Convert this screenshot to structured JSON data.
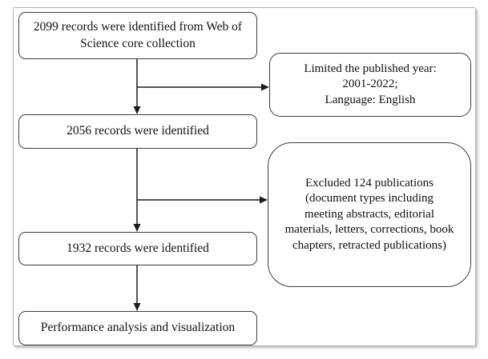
{
  "figure": {
    "type": "flowchart",
    "background_color": "#ffffff",
    "frame_border_color": "#b5b5b5",
    "box_border_color": "#3d3d3d",
    "arrow_color": "#1c1c1c",
    "text_color": "#111111",
    "nodes": {
      "step1": {
        "text": "2099 records were identified from Web of Science core collection"
      },
      "filter1": {
        "text": "Limited the published year:\n2001-2022;\nLanguage: English"
      },
      "step2": {
        "text": "2056 records were identified"
      },
      "filter2": {
        "text": "Excluded 124 publications (document types including meeting abstracts, editorial materials, letters, corrections, book chapters, retracted publications)"
      },
      "step3": {
        "text": "1932 records were identified"
      },
      "step4": {
        "text": "Performance analysis and visualization"
      }
    },
    "flow": [
      "step1 -> step2",
      "step1 -> filter1",
      "step2 -> step3",
      "step2 -> filter2",
      "step3 -> step4"
    ]
  }
}
